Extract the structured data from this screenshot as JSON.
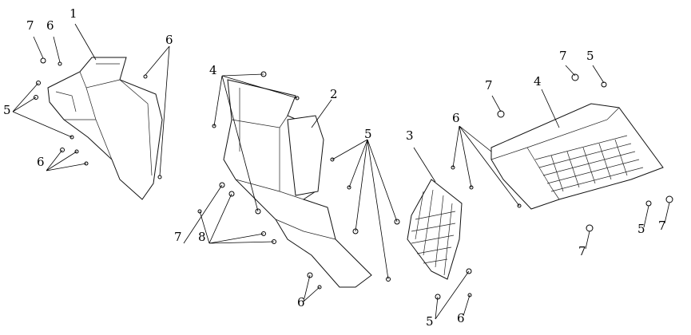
{
  "diagram": {
    "callouts": [
      "7",
      "6",
      "1",
      "6",
      "5",
      "6",
      "4",
      "2",
      "7",
      "8",
      "5",
      "6",
      "3",
      "6",
      "5",
      "6",
      "7",
      "5",
      "7",
      "4",
      "7",
      "5",
      "7"
    ]
  }
}
